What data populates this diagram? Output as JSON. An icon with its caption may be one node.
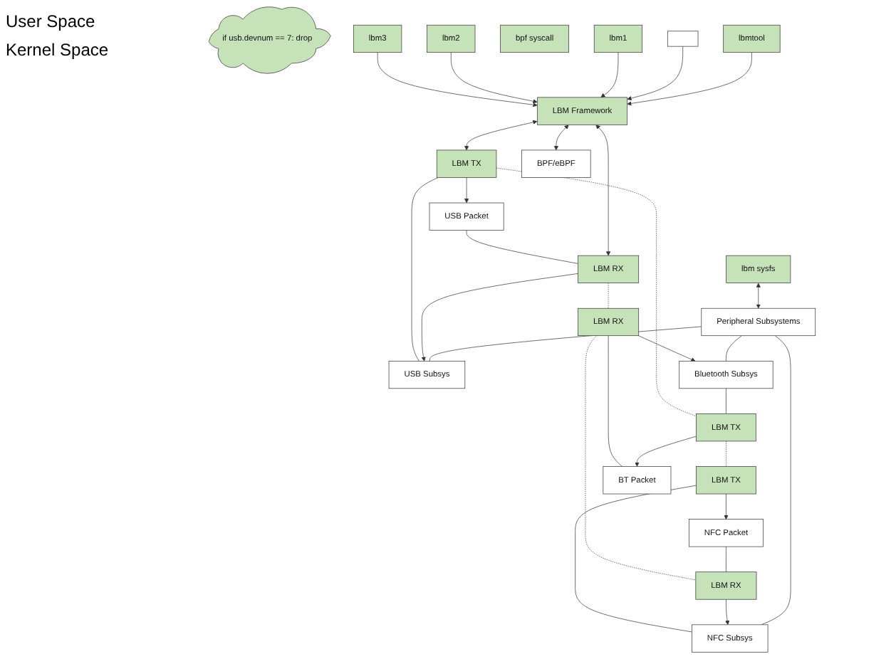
{
  "diagram": {
    "nodes": [
      {
        "text": [
          "if usb.devnum == 7: drop"
        ]
      },
      {
        "text": [
          "lbmtool"
        ]
      },
      {
        "text": [],
        "shape": "box"
      },
      {
        "text": [
          "bpf syscall"
        ]
      },
      {
        "text": [
          "lbm sysfs"
        ]
      },
      {
        "text": [
          "LBM Framework"
        ]
      },
      {
        "text": [
          "lbm1"
        ]
      },
      {
        "text": [
          "lbm2"
        ]
      },
      {
        "text": [
          "lbm3"
        ]
      },
      {
        "text": [
          "Peripheral Subsystems"
        ]
      },
      {
        "text": [
          "USB Subsys"
        ]
      },
      {
        "text": [
          "Bluetooth Subsys"
        ]
      },
      {
        "text": [
          "NFC Subsys"
        ]
      },
      {
        "text": [
          "LBM TX"
        ]
      },
      {
        "text": [
          "LBM RX"
        ]
      },
      {
        "text": [
          "LBM TX"
        ]
      },
      {
        "text": [
          "LBM RX"
        ]
      },
      {
        "text": [
          "LBM TX"
        ]
      },
      {
        "text": [
          "LBM RX"
        ]
      },
      {
        "text": [
          "BPF/eBPF"
        ]
      },
      {
        "text": [
          "USB Packet"
        ]
      },
      {
        "text": [
          "BT Packet"
        ]
      },
      {
        "text": [
          "NFC Packet"
        ]
      }
    ],
    "edges": [
      {
        "from": 1,
        "to": 5,
        "arrow": "to"
      },
      {
        "from": 2,
        "to": 5,
        "arrow": "to"
      },
      {
        "from": 6,
        "to": 5,
        "arrow": "to"
      },
      {
        "from": 7,
        "to": 5,
        "arrow": "to"
      },
      {
        "from": 8,
        "to": 5,
        "arrow": "to"
      },
      {
        "from": 4,
        "to": 9,
        "arrow": "both"
      },
      {
        "from": 9,
        "to": 10,
        "arrow": "none"
      },
      {
        "from": 9,
        "to": 11,
        "arrow": "none"
      },
      {
        "from": 9,
        "to": 12,
        "arrow": "none"
      },
      {
        "from": 5,
        "to": 13,
        "arrow": "both"
      },
      {
        "from": 5,
        "to": 14,
        "arrow": "both"
      },
      {
        "from": 5,
        "to": 19,
        "arrow": "both"
      },
      {
        "from": 10,
        "to": 13,
        "arrow": "none"
      },
      {
        "from": 13,
        "to": 20,
        "arrow": "to"
      },
      {
        "from": 20,
        "to": 14,
        "arrow": "none"
      },
      {
        "from": 14,
        "to": 10,
        "arrow": "to"
      },
      {
        "from": 11,
        "to": 15,
        "arrow": "none"
      },
      {
        "from": 15,
        "to": 21,
        "arrow": "to"
      },
      {
        "from": 21,
        "to": 16,
        "arrow": "none"
      },
      {
        "from": 16,
        "to": 11,
        "arrow": "to"
      },
      {
        "from": 12,
        "to": 17,
        "arrow": "none"
      },
      {
        "from": 17,
        "to": 22,
        "arrow": "to"
      },
      {
        "from": 22,
        "to": 18,
        "arrow": "none"
      },
      {
        "from": 18,
        "to": 12,
        "arrow": "to"
      },
      {
        "from": 13,
        "to": 15,
        "arrow": "none",
        "style": "dashed"
      },
      {
        "from": 15,
        "to": 17,
        "arrow": "none",
        "style": "dashed"
      },
      {
        "from": 14,
        "to": 16,
        "arrow": "none",
        "style": "dashed"
      },
      {
        "from": 16,
        "to": 18,
        "arrow": "none",
        "style": "dashed"
      }
    ],
    "labels": [
      "User Space",
      "Kernel Space"
    ]
  }
}
